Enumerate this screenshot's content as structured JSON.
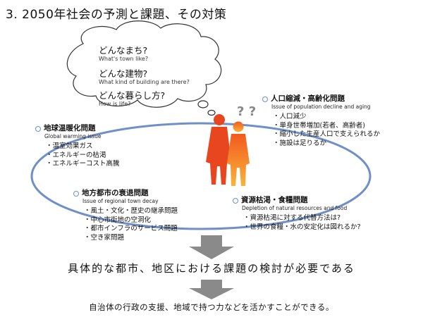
{
  "title": "3. 2050年社会の予測と課題、その対策",
  "thought_bubble": {
    "questions": [
      {
        "jp": "どんなまち?",
        "en": "What's town like?"
      },
      {
        "jp": "どんな建物?",
        "en": "What kind of building are there?"
      },
      {
        "jp": "どんな暮らし方?",
        "en": "How is life?"
      }
    ]
  },
  "topics": {
    "population": {
      "heading": "人口縮減・高齢化問題",
      "subtitle": "Issue of population decline and aging",
      "items": [
        "人口減少",
        "単身世帯増加(若者、高齢者)",
        "縮小した生産人口で支えられるか",
        "施設は足りるか"
      ]
    },
    "warming": {
      "heading": "地球温暖化問題",
      "subtitle": "Global warming issue",
      "items": [
        "温室効果ガス",
        "エネルギーの枯渇",
        "エネルギーコスト高騰"
      ]
    },
    "regional": {
      "heading": "地方都市の衰退問題",
      "subtitle": "Issue of regional town decay",
      "items": [
        "風土・文化・歴史の継承問題",
        "中心市街地の空洞化",
        "都市インフラのサービス問題",
        "空き家問題"
      ]
    },
    "resources": {
      "heading": "資源枯渇・食糧問題",
      "subtitle": "Depletion of natural resources and food",
      "items": [
        "資源枯渇に対する代替方法は?",
        "世界の食糧・水の安定化は図れるか?"
      ]
    }
  },
  "question_marks": "? ?",
  "conclusions": {
    "first": "具体的な都市、地区における課題の検討が必要である",
    "second": "自治体の行政の支援、地域で持つ力などを活かすことができる。"
  },
  "colors": {
    "orbit": "#6f8fc8",
    "figure_main": "#e8461e",
    "figure_light": "#f9a33a",
    "arrow": "#8a8a8a"
  }
}
